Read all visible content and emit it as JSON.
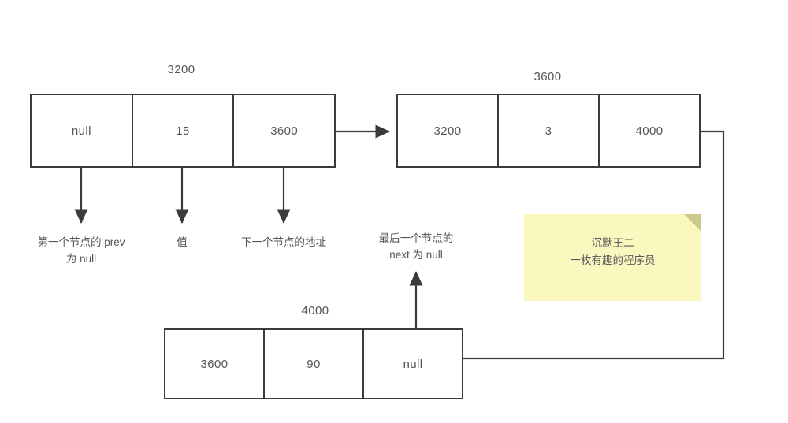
{
  "diagram": {
    "title": "doubly-linked-list-memory-layout",
    "colors": {
      "background": "#ffffff",
      "box_border": "#3b3b3b",
      "text": "#555555",
      "line": "#444444",
      "sticky_background": "#fbf8bf",
      "sticky_fold": "#ccc98a"
    },
    "nodes": [
      {
        "address_label": "3200",
        "cells": [
          {
            "role": "prev",
            "value": "null"
          },
          {
            "role": "data",
            "value": "15"
          },
          {
            "role": "next",
            "value": "3600"
          }
        ]
      },
      {
        "address_label": "3600",
        "cells": [
          {
            "role": "prev",
            "value": "3200"
          },
          {
            "role": "data",
            "value": "3"
          },
          {
            "role": "next",
            "value": "4000"
          }
        ]
      },
      {
        "address_label": "4000",
        "cells": [
          {
            "role": "prev",
            "value": "3600"
          },
          {
            "role": "data",
            "value": "90"
          },
          {
            "role": "next",
            "value": "null"
          }
        ]
      }
    ],
    "annotations": {
      "prev_is_null": "第一个节点的 prev\n为 null",
      "prev_is_null_line1": "第一个节点的 prev",
      "prev_is_null_line2": "为 null",
      "value": "值",
      "next_address": "下一个节点的地址",
      "tail_next_null_line1": "最后一个节点的",
      "tail_next_null_line2": "next 为 null"
    },
    "sticky_note": {
      "line1": "沉默王二",
      "line2": "一枚有趣的程序员"
    },
    "connectors": [
      {
        "name": "node1-next-to-node2",
        "type": "arrow-right"
      },
      {
        "name": "node2-next-to-node3",
        "type": "elbow-right-down-left"
      },
      {
        "name": "node1-prev-callout",
        "type": "arrow-down"
      },
      {
        "name": "node1-data-callout",
        "type": "arrow-down"
      },
      {
        "name": "node1-next-callout",
        "type": "arrow-down"
      },
      {
        "name": "node3-next-callout",
        "type": "arrow-up"
      }
    ]
  }
}
